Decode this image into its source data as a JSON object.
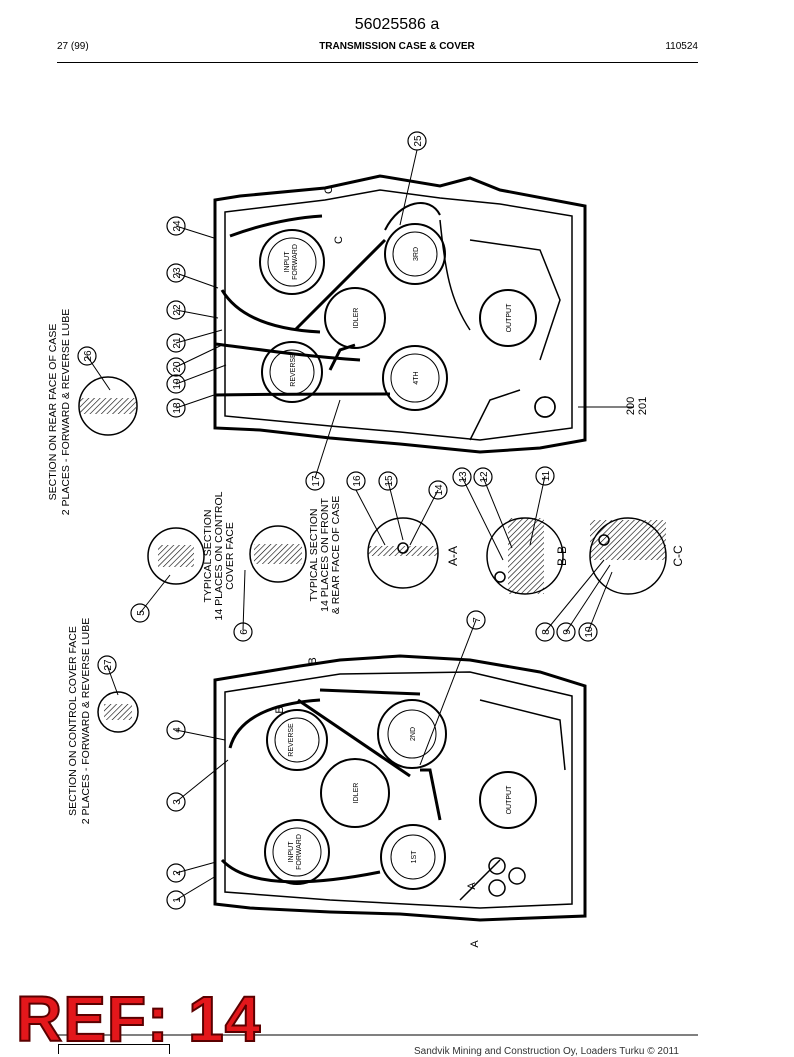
{
  "header": {
    "doc_id": "56025586 a",
    "page": "27 (99)",
    "title": "TRANSMISSION CASE & COVER",
    "code": "110524"
  },
  "diagram": {
    "gear_labels": {
      "input_forward_top": [
        "INPUT",
        "FORWARD"
      ],
      "third": "3RD",
      "idler_top": "IDLER",
      "output_top": "OUTPUT",
      "reverse_top": "REVERSE",
      "fourth": "4TH",
      "reverse_bottom": "REVERSE",
      "second": "2ND",
      "idler_bottom": "IDLER",
      "output_bottom": "OUTPUT",
      "input_forward_bottom": [
        "INPUT",
        "FORWARD"
      ],
      "first": "1ST"
    },
    "captions": {
      "rear_face": [
        "SECTION ON REAR FACE OF CASE",
        "2 PLACES - FORWARD & REVERSE LUBE"
      ],
      "control_cover_face": [
        "SECTION ON CONTROL COVER FACE",
        "2 PLACES - FORWARD & REVERSE LUBE"
      ],
      "typical_control": [
        "TYPICAL SECTION",
        "14 PLACES ON CONTROL",
        "COVER FACE"
      ],
      "typical_front_rear": [
        "TYPICAL SECTION",
        "14 PLACES ON FRONT",
        "& REAR FACE OF CASE"
      ]
    },
    "section_labels": {
      "aa": "A-A",
      "bb": "B-B",
      "cc": "C-C"
    },
    "section_marks": {
      "a": "A",
      "b": "B",
      "c": "C"
    },
    "callouts": [
      "1",
      "2",
      "3",
      "4",
      "5",
      "6",
      "7",
      "8",
      "9",
      "10",
      "11",
      "12",
      "13",
      "14",
      "15",
      "16",
      "17",
      "18",
      "19",
      "20",
      "21",
      "22",
      "23",
      "24",
      "25",
      "26",
      "27"
    ],
    "part_200": "200",
    "part_201": "201"
  },
  "stamp": "REF: 14",
  "footer": "Sandvik Mining and Construction Oy, Loaders Turku © 2011"
}
